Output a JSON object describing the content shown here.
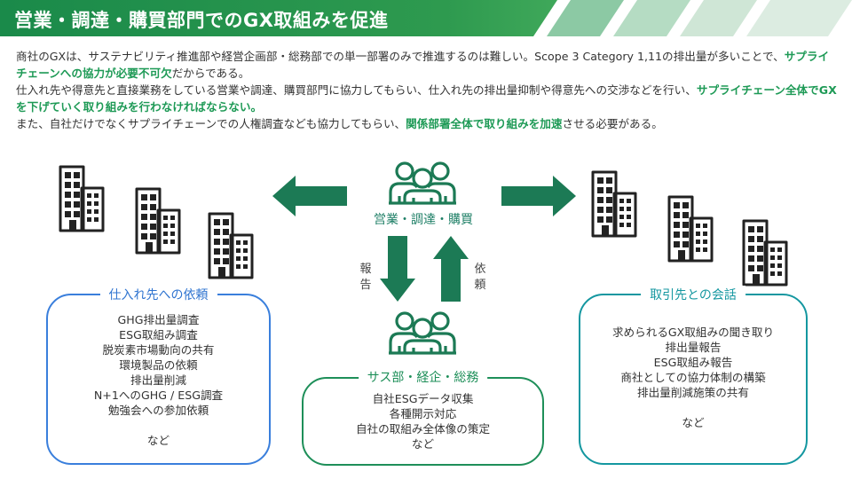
{
  "header": {
    "title": "営業・調達・購買部門でのGX取組みを促進"
  },
  "intro": {
    "p1": {
      "t1": "商社のGXは、サステナビリティ推進部や経営企画部・総務部での単一部署のみで推進するのは難しい。Scope 3 Category 1,11の排出量が多いことで、",
      "em": "サプライチェーンへの協力が必要不可欠",
      "t2": "だからである。"
    },
    "p2": {
      "t1": "仕入れ先や得意先と直接業務をしている営業や調達、購買部門に協力してもらい、仕入れ先の排出量抑制や得意先への交渉などを行い、",
      "em": "サプライチェーン全体でGXを下げていく取り組みを行わなければならない。"
    },
    "p3": {
      "t1": "また、自社だけでなくサプライチェーンでの人権調査なども協力してもらい、",
      "em": "関係部署全体で取り組みを加速",
      "t2": "させる必要がある。"
    }
  },
  "hub": {
    "label": "営業・調達・購買"
  },
  "arrows": {
    "report_label": "報告",
    "request_label": "依頼"
  },
  "boxes": {
    "suppliers": {
      "title": "仕入れ先への依頼",
      "items": [
        "GHG排出量調査",
        "ESG取組み調査",
        "脱炭素市場動向の共有",
        "環境製品の依頼",
        "排出量削減",
        "N+1へのGHG / ESG調査",
        "勉強会への参加依頼",
        "",
        "など"
      ]
    },
    "internal": {
      "title": "サス部・経企・総務",
      "items": [
        "自社ESGデータ収集",
        "各種開示対応",
        "自社の取組み全体像の策定",
        "など"
      ]
    },
    "customers": {
      "title": "取引先との会話",
      "items": [
        "求められるGX取組みの聞き取り",
        "排出量報告",
        "ESG取組み報告",
        "商社としての協力体制の構築",
        "排出量削減施策の共有",
        "",
        "など"
      ]
    }
  },
  "colors": {
    "green": "#1e8f59",
    "blue": "#3a7fdc",
    "teal": "#1497a0",
    "arrow_green": "#1c7a55",
    "header_green": "#1f8f4a"
  },
  "icons": [
    "building-icon",
    "people-group-icon",
    "arrow-left-icon",
    "arrow-right-icon",
    "arrow-down-icon",
    "arrow-up-icon"
  ]
}
